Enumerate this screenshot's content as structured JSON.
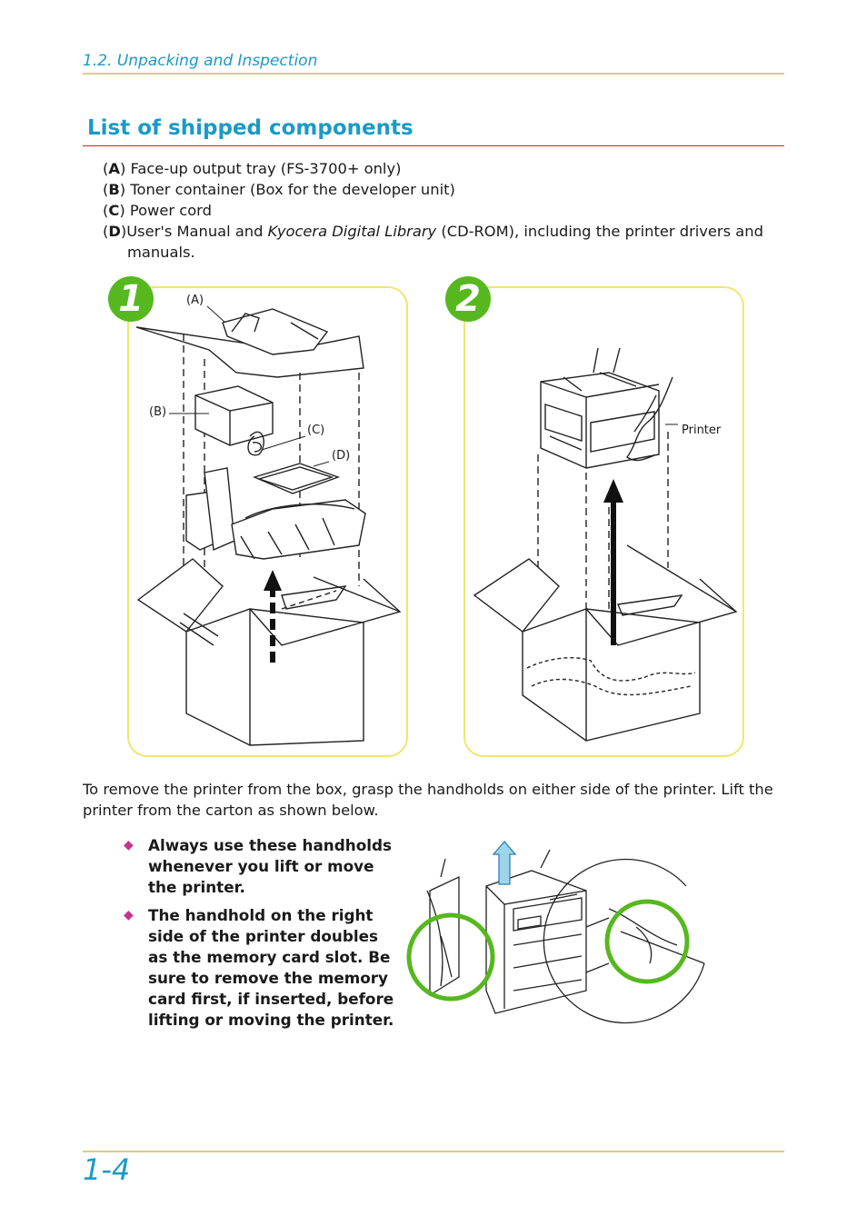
{
  "header": {
    "section": "1.2. Unpacking and Inspection"
  },
  "title": "List of shipped components",
  "components": [
    {
      "letter": "A",
      "open": "(",
      "close": ") ",
      "text": "Face-up output tray (FS-3700+ only)"
    },
    {
      "letter": "B",
      "open": "(",
      "close": ") ",
      "text": "Toner container (Box for the developer unit)"
    },
    {
      "letter": "C",
      "open": "(",
      "close": ") ",
      "text": "Power cord"
    },
    {
      "letter": "D",
      "open": "(",
      "close": ")",
      "text_before": "User's Manual and ",
      "text_italic": "Kyocera Digital Library",
      "text_after": " (CD-ROM), including the printer drivers and",
      "text_cont": "manuals."
    }
  ],
  "figure1": {
    "badge": "1",
    "labels": {
      "a": "(A)",
      "b": "(B)",
      "c": "(C)",
      "d": "(D)"
    }
  },
  "figure2": {
    "badge": "2",
    "label_printer": "Printer"
  },
  "body_text": "To remove the printer from the box, grasp the handholds on either side of the printer. Lift the printer from the carton as shown below.",
  "notes": [
    "Always use these handholds whenever you lift or move the printer.",
    "The handhold on the right side of the printer doubles as the memory card slot. Be sure to remove the memory card first, if inserted, before lifting or moving the printer."
  ],
  "footer": {
    "page": "1-4"
  },
  "colors": {
    "accent_blue": "#1a9bc5",
    "rule_gold": "#d9cc86",
    "rule_red": "#c0272d",
    "panel_yellow": "#f1e56c",
    "badge_green": "#56b81e",
    "bullet_magenta": "#c4358e"
  }
}
